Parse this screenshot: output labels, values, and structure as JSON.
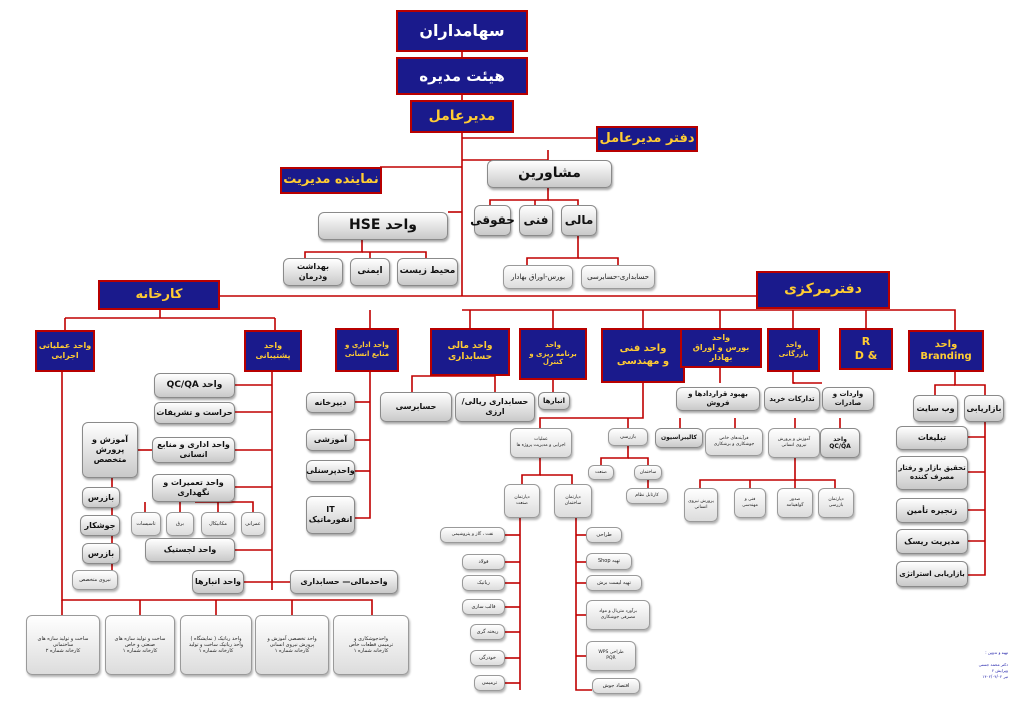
{
  "top": {
    "shareholders": "سهامداران",
    "board": "هیئت مدیره",
    "ceo": "مدیرعامل",
    "ceo_office": "دفتر مدیرعامل",
    "management_rep": "نماینده مدیریت",
    "advisors": "مشاورین"
  },
  "advisors": {
    "financial": "مالی",
    "technical": "فنی",
    "legal": "حقوقی"
  },
  "financial_sub": {
    "accounting": "حسابداری-حسابرسی",
    "stock": "بورس-اوراق بهادار"
  },
  "hse": {
    "title": "واحد HSE",
    "environment": "محیط زیست",
    "safety": "ایمنی",
    "hygiene": "بهداشت ودرمان"
  },
  "factory": {
    "title": "کارخانه",
    "operations": "واحد عملیاتی\nاجرایی",
    "support": "واحد پشتیبانی",
    "qcqa": "واحد QC/QA",
    "security": "حراست و تشریفات",
    "admin_hr": "واحد اداری و منابع انسانی",
    "maintenance": "واحد تعمیرات و نگهداری",
    "logistics": "واحد لجستیک",
    "warehouses": "واحد انبارها",
    "finance_accounting": "واحدمالی— حسابداری",
    "maint_sub": [
      "عمرانی",
      "مکانیکال",
      "برق",
      "تاسیسات"
    ],
    "training": "آموزش و\nپرورش\nمتخصص",
    "trainees": [
      "بازرس",
      "جوشکار",
      "بازرس"
    ],
    "specialist_force": "نیروی متخصص",
    "plants": [
      "واحدجوشکاری و\nترمیمی قطعات خاص\nکارخانه شماره ۱",
      "واحد تخصصی آموزش و\nپرورش نیروی انسانی\nکارخانه شماره ۱",
      "واحد رباتیک ( نمایشگاه )\nواحد رباتیک ساخت و تولید\nکارخانه شماره ۱",
      "ساخت و تولید سازه های\nصنعتی و خاص\nکارخانه شماره ۱",
      "ساخت و تولید سازه های\nساختمانی\nکارخانه شماره ۲"
    ]
  },
  "admin_unit": {
    "title": "واحد اداری و\nمنابع انسانی",
    "secretariat": "دبیرخانه",
    "training": "آموزشی",
    "personnel": "واحدپرسنلی",
    "it": "IT\nانفورماتیک"
  },
  "finance_unit": {
    "title": "واحد مالی\nحسابداری",
    "audit": "حسابرسی",
    "accounting": "حسابداری ریالی/ارزی"
  },
  "planning_unit": {
    "title": "واحد\nبرنامه ریزی و\nکنترل",
    "warehouses": "انبارها"
  },
  "engineering": {
    "title": "واحد فنی\nو مهندسی",
    "ops_projects": "عملیات\nاجرایی و مدیریت پروژه ها",
    "inspection": "بازرسی",
    "calibration": "کالیبراسیون",
    "welding_procedures": "فرآیندهای خاص\nجوشکاری و برشکاری",
    "training_hr": "آموزش و پرورش\nنیروی انسانی",
    "qcqa": "واحد\nQC/QA",
    "industry_design": "دپارتمان\nصنعت",
    "building_design": "دپارتمان\nساختمان",
    "industry_insp": "صنعت",
    "building_insp": "ساختمان",
    "cardbal": "کارتابل نظام",
    "hr_trainees": "پرورش نیروی\nانسانی",
    "tech_eng": "فنی و\nمهندسی",
    "cert_issue": "صدور\nگواهینامه",
    "insp_dept": "دپارتمان\nبازرسی",
    "industry_items": [
      "نفت ، گاز و پتروشیمی",
      "فولاد",
      "رباتیک",
      "قالب سازی",
      "ریخته گری",
      "خودرگی",
      "ترمیمی"
    ],
    "building_items": [
      "طراحی",
      "تهیه Shop",
      "تهیه لیست برش",
      "برآورد متریال و مواد\nمصرفی جوشکاری",
      "طراحی WPS\nPQR",
      "اقتصاد جوش"
    ]
  },
  "exchange_unit": {
    "title": "واحد\nبورس و اوراق بهادار",
    "contracts": "بهبود قراردادها و فروش"
  },
  "commercial_unit": {
    "title": "واحد\nبازرگانی",
    "procurement": "تدارکات خرید",
    "import_export": "واردات و صادرات"
  },
  "central": {
    "title": "دفترمرکزی"
  },
  "rd": {
    "title": "R\n& D"
  },
  "branding": {
    "title": "واحد\nBranding",
    "marketing": "بازاریابی",
    "website": "وب سایت",
    "ads": "تبلیغات",
    "research": "تحقیق بازار و رفتار\nمصرف کننده",
    "supply_chain": "زنجیره تأمین",
    "risk": "مدیریت ریسک",
    "strategic": "بازاریابی استراتژی"
  },
  "footer_note": "تهیه و تدوین :\n\nدکتر محمد جسنی\nویرایش ۲\nتیر ۱۴۰۲/۰۴/۰۲"
}
